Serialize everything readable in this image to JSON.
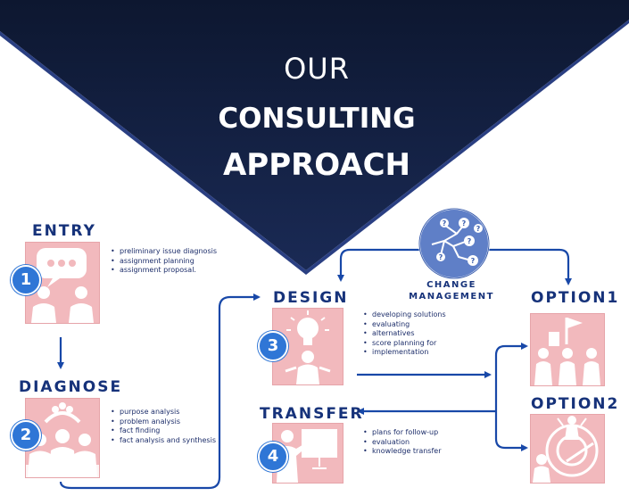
{
  "title": {
    "line1": "OUR",
    "line2": "CONSULTING",
    "line3": "APPROACH"
  },
  "stages": {
    "entry": {
      "heading": "ENTRY",
      "number": "1",
      "items": [
        "preliminary issue diagnosis",
        "assignment planning",
        "assignment proposal."
      ]
    },
    "diagnose": {
      "heading": "DIAGNOSE",
      "number": "2",
      "items": [
        "purpose analysis",
        "problem analysis",
        "fact finding",
        "fact analysis and synthesis"
      ]
    },
    "design": {
      "heading": "DESIGN",
      "number": "3",
      "items": [
        "developing solutions",
        "evaluating",
        "alternatives",
        "score planning for",
        "implementation"
      ]
    },
    "transfer": {
      "heading": "TRANSFER",
      "number": "4",
      "items": [
        "plans for follow-up",
        "evaluation",
        "knowledge transfer"
      ]
    },
    "option1": {
      "heading": "OPTION1"
    },
    "option2": {
      "heading": "OPTION2"
    }
  },
  "change_management": {
    "line1": "CHANGE",
    "line2": "MANAGEMENT",
    "icon": "question-network-icon"
  },
  "colors": {
    "navy": "#0f1c3a",
    "accent": "#1848a8",
    "card": "#f2b9bd",
    "badge": "#2f76d6",
    "text": "#16327a"
  }
}
